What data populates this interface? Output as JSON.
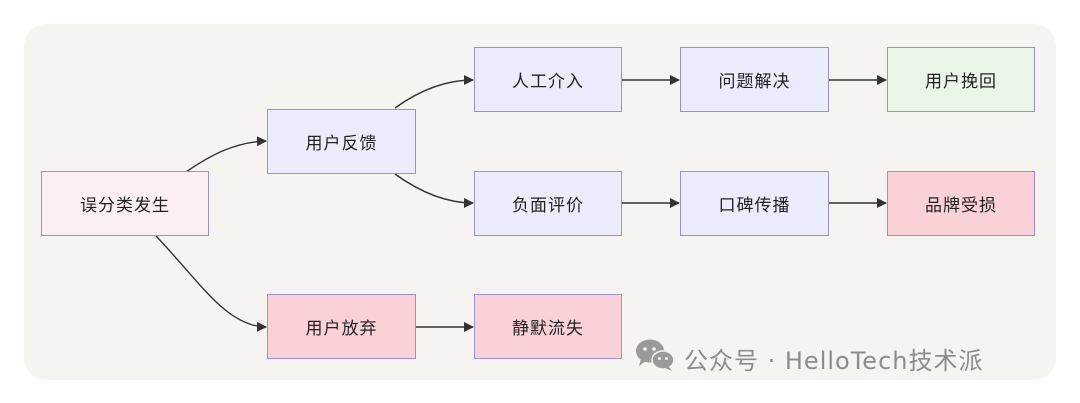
{
  "colors": {
    "panel_bg": "#f6f4f0",
    "node_border": "#9a8ed6",
    "node_default": "#ecebfc",
    "node_start": "#fceff1",
    "node_negative": "#f9d1d6",
    "node_positive": "#e9f5e6",
    "edge": "#333333",
    "watermark": "#8c8c8c"
  },
  "nodes": {
    "start": {
      "label": "误分类发生",
      "fill": "#fceff1"
    },
    "feedback": {
      "label": "用户反馈",
      "fill": "#ecebfc"
    },
    "abandon": {
      "label": "用户放弃",
      "fill": "#f9d1d6"
    },
    "manual": {
      "label": "人工介入",
      "fill": "#ecebfc"
    },
    "negative_review": {
      "label": "负面评价",
      "fill": "#ecebfc"
    },
    "silent_churn": {
      "label": "静默流失",
      "fill": "#f9d1d6"
    },
    "resolved": {
      "label": "问题解决",
      "fill": "#ecebfc"
    },
    "word_of_mouth": {
      "label": "口碑传播",
      "fill": "#ecebfc"
    },
    "recovered": {
      "label": "用户挽回",
      "fill": "#e9f5e6"
    },
    "brand_damage": {
      "label": "品牌受损",
      "fill": "#f9d1d6"
    }
  },
  "edges": [
    {
      "from": "start",
      "to": "feedback"
    },
    {
      "from": "start",
      "to": "abandon"
    },
    {
      "from": "feedback",
      "to": "manual"
    },
    {
      "from": "feedback",
      "to": "negative_review"
    },
    {
      "from": "abandon",
      "to": "silent_churn"
    },
    {
      "from": "manual",
      "to": "resolved"
    },
    {
      "from": "resolved",
      "to": "recovered"
    },
    {
      "from": "negative_review",
      "to": "word_of_mouth"
    },
    {
      "from": "word_of_mouth",
      "to": "brand_damage"
    }
  ],
  "watermark": {
    "icon": "wechat-icon",
    "text": "公众号 · HelloTech技术派"
  }
}
